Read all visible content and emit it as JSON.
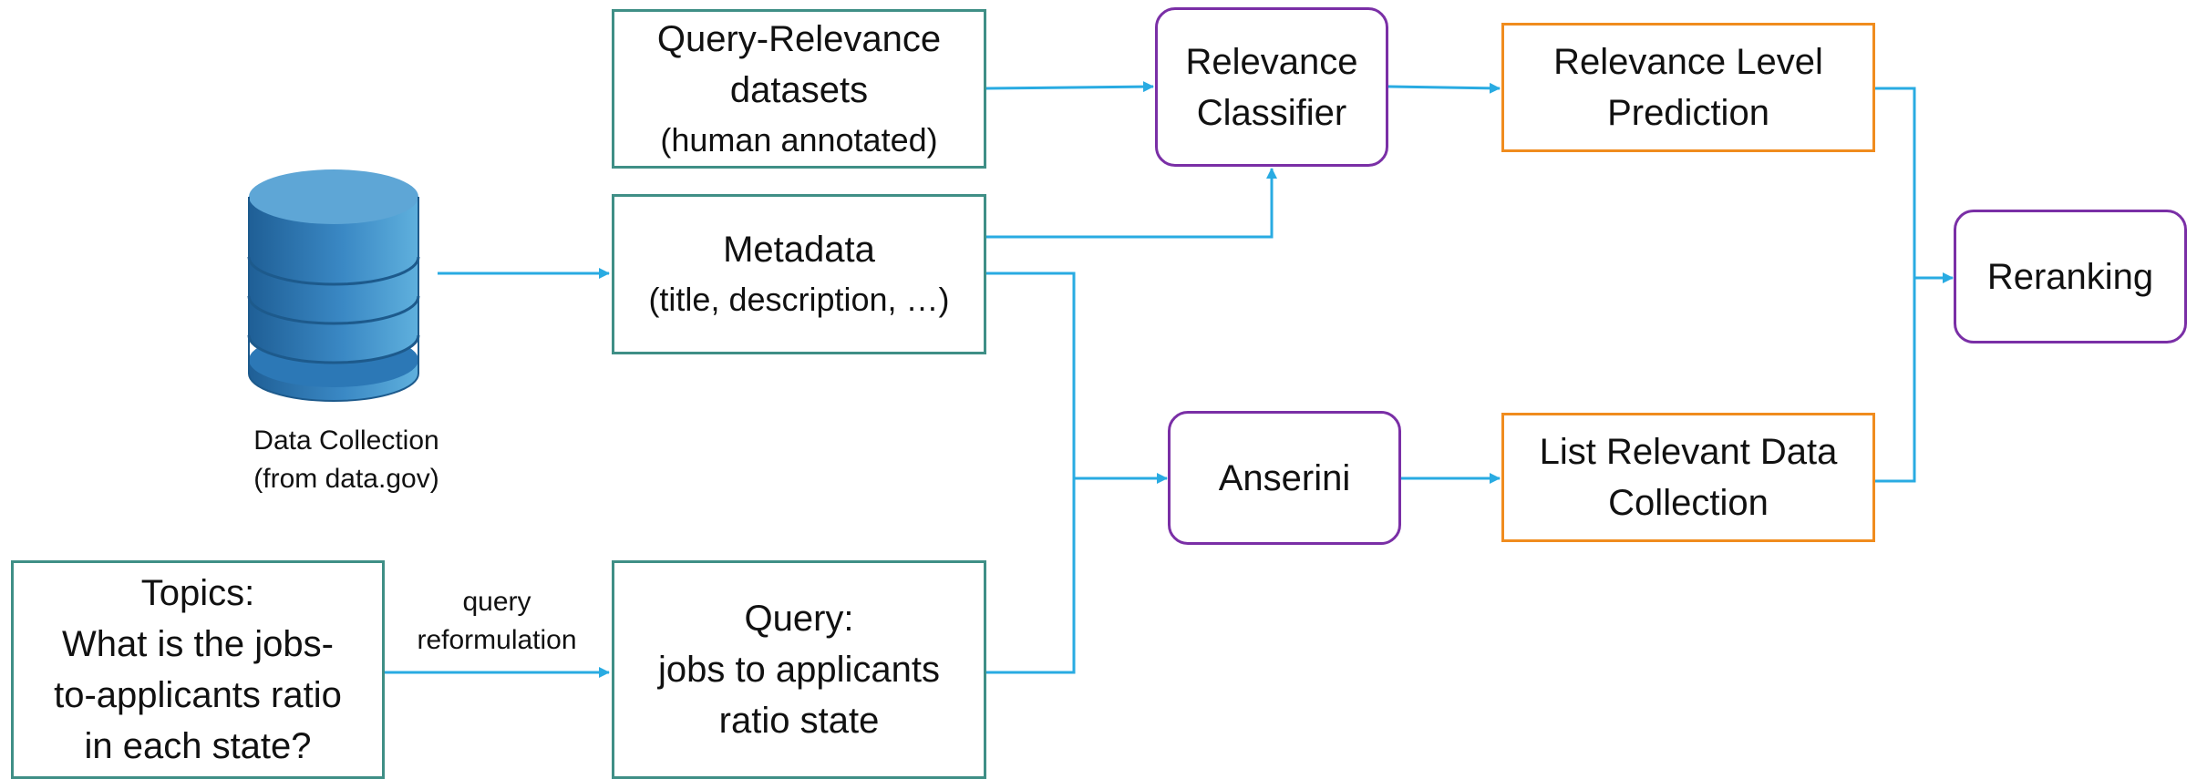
{
  "diagram": {
    "colors": {
      "arrow": "#29abe2",
      "teal_border": "#3f8f86",
      "purple_border": "#7a2fa6",
      "orange_border": "#f08c1e",
      "database_fill": "#3a88c4"
    },
    "query_relevance": {
      "line1": "Query-Relevance",
      "line2": "datasets",
      "line3": "(human annotated)"
    },
    "metadata": {
      "line1": "Metadata",
      "line2": "(title, description, …)"
    },
    "topics": {
      "line1": "Topics:",
      "line2": "What is the jobs-",
      "line3": "to-applicants ratio",
      "line4": "in each state?"
    },
    "query": {
      "line1": "Query:",
      "line2": "jobs to applicants",
      "line3": "ratio state"
    },
    "reformulation": {
      "line1": "query",
      "line2": "reformulation"
    },
    "data_collection": {
      "icon": "database-icon",
      "line1": "Data Collection",
      "line2": "(from data.gov)"
    },
    "relevance_classifier": {
      "line1": "Relevance",
      "line2": "Classifier"
    },
    "anserini": {
      "line1": "Anserini"
    },
    "relevance_level": {
      "line1": "Relevance Level",
      "line2": "Prediction"
    },
    "list_relevant": {
      "line1": "List Relevant Data",
      "line2": "Collection"
    },
    "reranking": {
      "line1": "Reranking"
    }
  }
}
